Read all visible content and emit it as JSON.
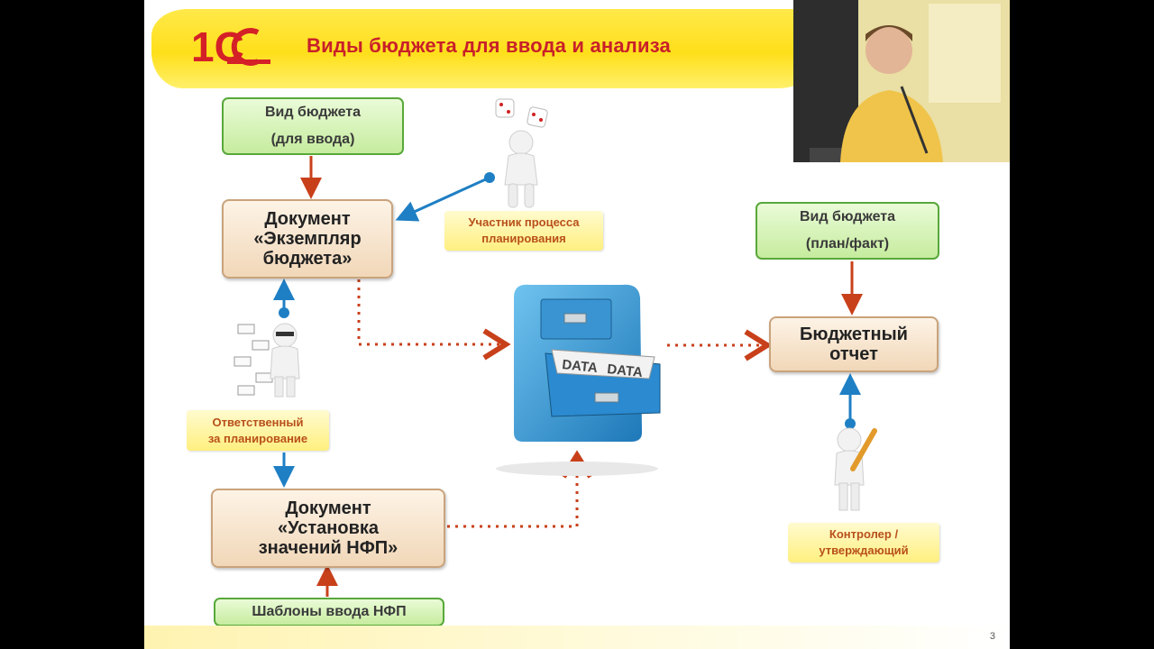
{
  "slide": {
    "title": "Виды бюджета для ввода и анализа",
    "logo_text": "1С",
    "page_number": "3"
  },
  "boxes": {
    "budget_type_input": "Вид бюджета\n(для ввода)",
    "doc_budget_instance": "Документ\n«Экземпляр\nбюджета»",
    "doc_nfp_values": "Документ\n«Установка\nзначений НФП»",
    "nfp_templates": "Шаблоны ввода НФП",
    "budget_type_plan_fact": "Вид бюджета\n(план/факт)",
    "budget_report": "Бюджетный\nотчет"
  },
  "roles": {
    "planning_participant": "Участник процесса\nпланирования",
    "planning_responsible": "Ответственный\nза планирование",
    "controller_approver": "Контролер /\nутверждающий"
  },
  "database": {
    "drawer_labels": [
      "DATA",
      "DATA"
    ]
  },
  "colors": {
    "title_red": "#c8202a",
    "header_yellow": "#ffdf1a",
    "arrow_red": "#c8401a",
    "arrow_blue": "#1f7fc4",
    "green_border": "#58a83a",
    "role_text": "#b8501a"
  }
}
